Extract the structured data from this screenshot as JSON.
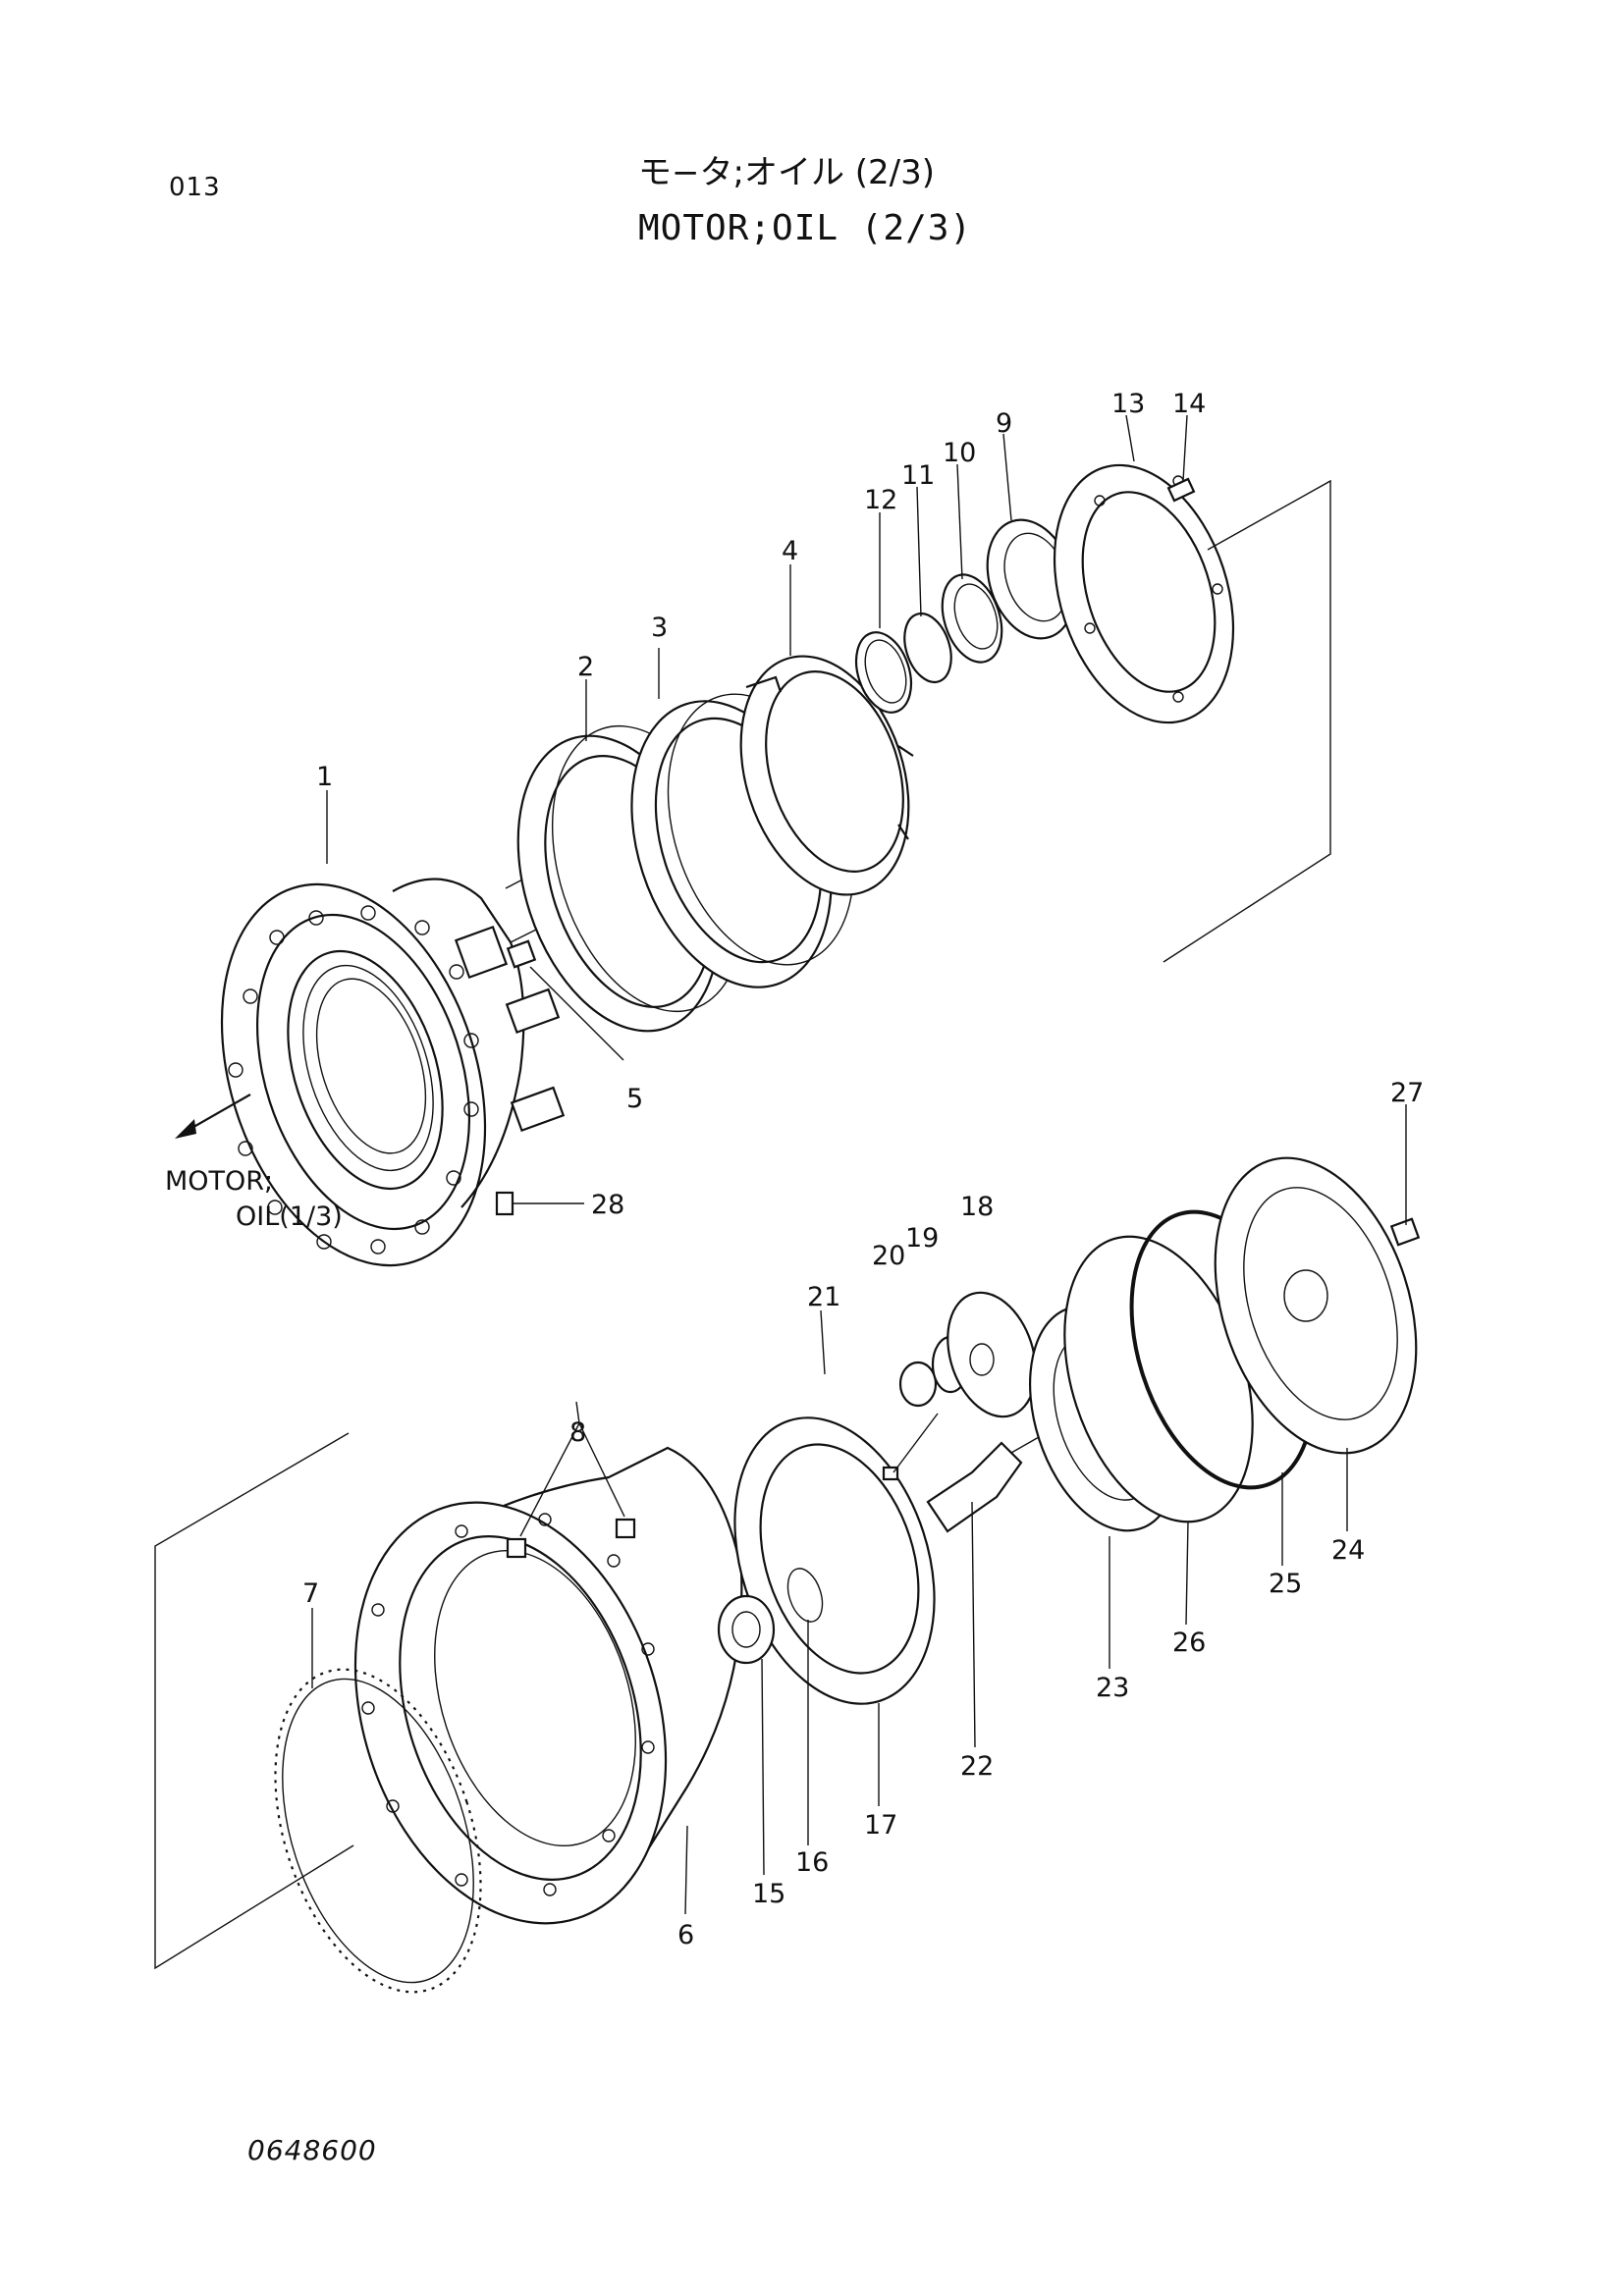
{
  "header": {
    "page_number": "013",
    "title_jp": "モ−タ;オイル (2/3)",
    "title_en": "MOTOR;OIL (2/3)"
  },
  "footer": {
    "ref_code": "0648600"
  },
  "diagram": {
    "callouts": [
      "1",
      "2",
      "3",
      "4",
      "5",
      "6",
      "7",
      "8",
      "9",
      "10",
      "11",
      "12",
      "13",
      "14",
      "15",
      "16",
      "17",
      "18",
      "19",
      "20",
      "21",
      "22",
      "23",
      "24",
      "25",
      "26",
      "27",
      "28"
    ],
    "reference_line1": "MOTOR;",
    "reference_line2": "OIL(1/3)"
  }
}
